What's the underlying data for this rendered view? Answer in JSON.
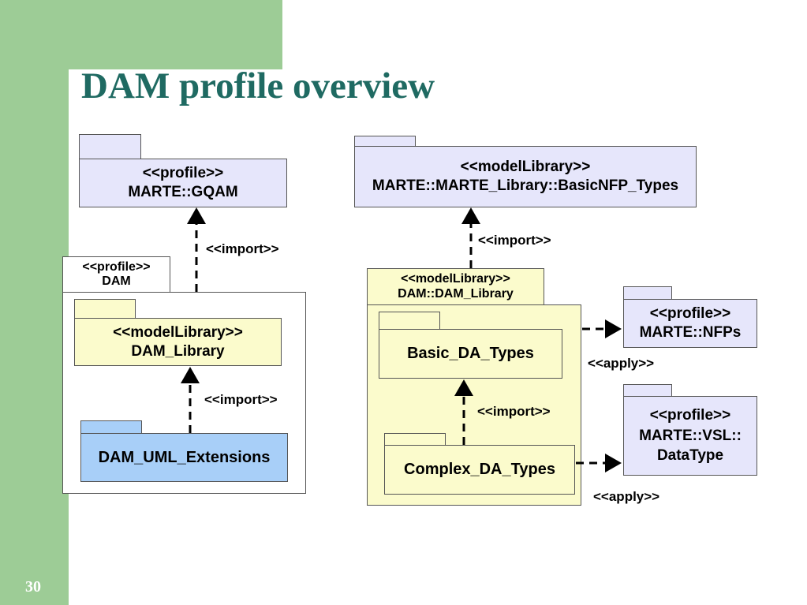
{
  "slide": {
    "title": "DAM profile overview",
    "page_number": "30"
  },
  "diagram": {
    "gqam": {
      "stereotype": "<<profile>>",
      "name": "MARTE::GQAM"
    },
    "basic_nfp": {
      "stereotype": "<<modelLibrary>>",
      "name": "MARTE::MARTE_Library::BasicNFP_Types"
    },
    "dam_profile": {
      "stereotype": "<<profile>>",
      "name": "DAM"
    },
    "dam_library": {
      "stereotype": "<<modelLibrary>>",
      "name": "DAM_Library"
    },
    "dam_uml_extensions": {
      "name": "DAM_UML_Extensions"
    },
    "dam_dam_library": {
      "stereotype": "<<modelLibrary>>",
      "name": "DAM::DAM_Library"
    },
    "basic_da_types": {
      "name": "Basic_DA_Types"
    },
    "complex_da_types": {
      "name": "Complex_DA_Types"
    },
    "nfps": {
      "stereotype": "<<profile>>",
      "name": "MARTE::NFPs"
    },
    "vsl": {
      "stereotype": "<<profile>>",
      "name_line1": "MARTE::VSL::",
      "name_line2": "DataType"
    },
    "edges": {
      "import_1": "<<import>>",
      "import_2": "<<import>>",
      "import_3": "<<import>>",
      "import_4": "<<import>>",
      "apply_1": "<<apply>>",
      "apply_2": "<<apply>>"
    }
  }
}
